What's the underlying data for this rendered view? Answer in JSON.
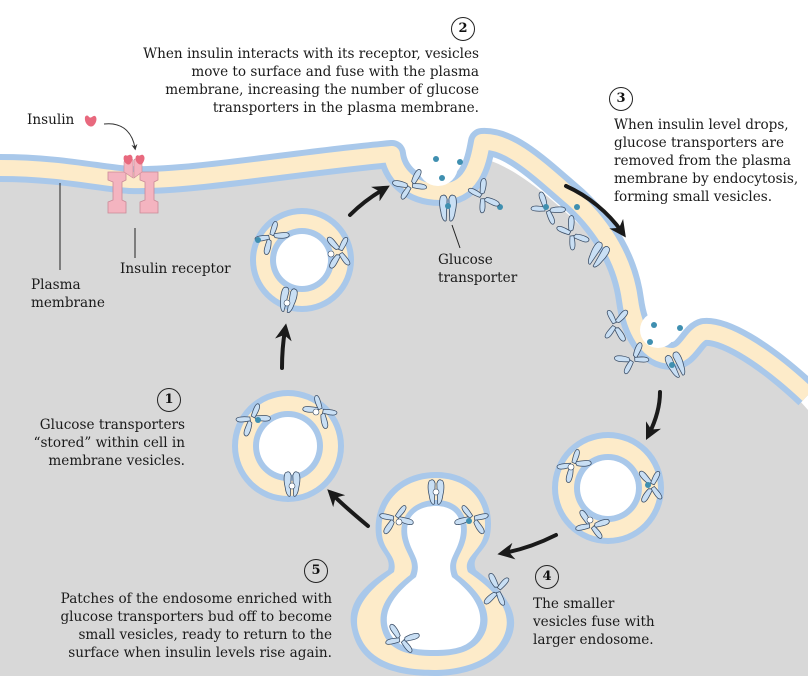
{
  "colors": {
    "cytoplasm": "#d8d8d8",
    "extracellular": "#ffffff",
    "membrane_edge": "#a9c8ea",
    "membrane_core": "#fdebc9",
    "transporter_fill": "#c9dff4",
    "transporter_stroke": "#3a4d66",
    "glucose": "#3f8fb0",
    "insulin": "#e8697e",
    "receptor": "#f4b4c0",
    "arrow": "#1a1a1a"
  },
  "labels": {
    "insulin": "Insulin",
    "insulin_receptor": "Insulin receptor",
    "plasma_membrane": [
      "Plasma",
      "membrane"
    ],
    "glucose_transporter": [
      "Glucose",
      "transporter"
    ]
  },
  "steps": [
    {
      "number": "1",
      "lines": [
        "Glucose transporters",
        "“stored” within cell in",
        "membrane vesicles."
      ]
    },
    {
      "number": "2",
      "lines": [
        "When insulin interacts with its receptor, vesicles",
        "move to surface and fuse with the plasma",
        "membrane, increasing the number of glucose",
        "transporters in the plasma membrane."
      ]
    },
    {
      "number": "3",
      "lines": [
        "When insulin level drops,",
        "glucose transporters are",
        "removed from the plasma",
        "membrane by endocytosis,",
        "forming small vesicles."
      ]
    },
    {
      "number": "4",
      "lines": [
        "The smaller",
        "vesicles fuse with",
        "larger endosome."
      ]
    },
    {
      "number": "5",
      "lines": [
        "Patches of the endosome enriched with",
        "glucose transporters bud off to become",
        "small vesicles, ready to return to the",
        "surface when insulin levels rise again."
      ]
    }
  ]
}
